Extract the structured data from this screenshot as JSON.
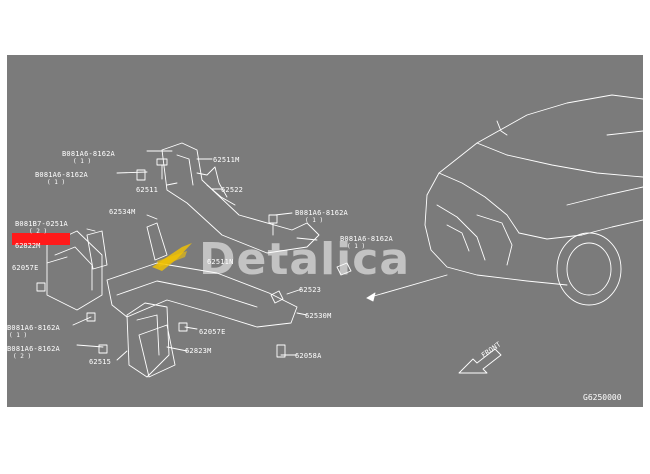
{
  "diagram": {
    "code": "G6250000",
    "watermark": "Detalica",
    "front_label": "FRONT",
    "highlighted_part": "62822M",
    "labels": {
      "b1": "B081A6-8162A",
      "b1q": "( 1 )",
      "b2": "B081A6-8162A",
      "b2q": "( 1 )",
      "p62511m": "62511M",
      "p62522": "62522",
      "p62511": "62511",
      "p62534m": "62534M",
      "b3": "B081B7-0251A",
      "b3q": "( 2 )",
      "p62057e_left": "62057E",
      "b4": "B081A6-8162A",
      "b4q": "( 1 )",
      "b5": "B081A6-8162A",
      "b5q": "( 1 )",
      "p62511n": "62511N",
      "p62523": "62523",
      "p62530m": "62530M",
      "b6": "B081A6-8162A",
      "b6q": "( 1 )",
      "p62057e_center": "62057E",
      "b7": "B081A6-8162A",
      "b7q": "( 2 )",
      "p62823m": "62823M",
      "p62515": "62515",
      "p62058a": "62058A"
    }
  }
}
